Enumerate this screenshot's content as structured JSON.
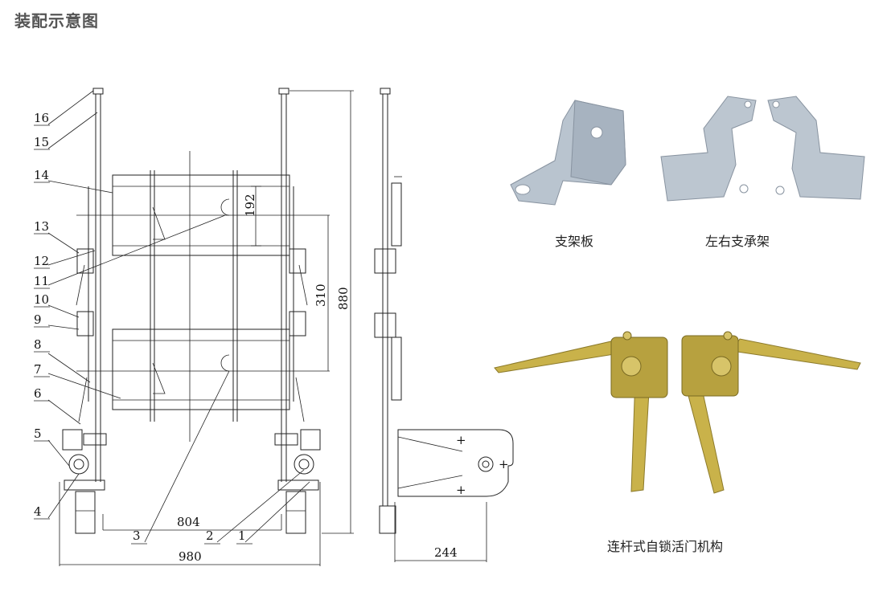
{
  "title": "装配示意图",
  "captions": {
    "bracket_plate": "支架板",
    "left_right_support": "左右支承架",
    "linkage_mechanism": "连杆式自锁活门机构"
  },
  "part_labels": [
    "16",
    "15",
    "14",
    "13",
    "12",
    "11",
    "10",
    "9",
    "8",
    "7",
    "6",
    "5",
    "4",
    "3",
    "2",
    "1"
  ],
  "dimensions": {
    "d192": "192",
    "d310": "310",
    "d880": "880",
    "d804": "804",
    "d980": "980",
    "d244": "244"
  },
  "colors": {
    "title": "#555555",
    "line": "#222222",
    "metal": "#b9c4cf",
    "brass": "#c9b24a"
  }
}
